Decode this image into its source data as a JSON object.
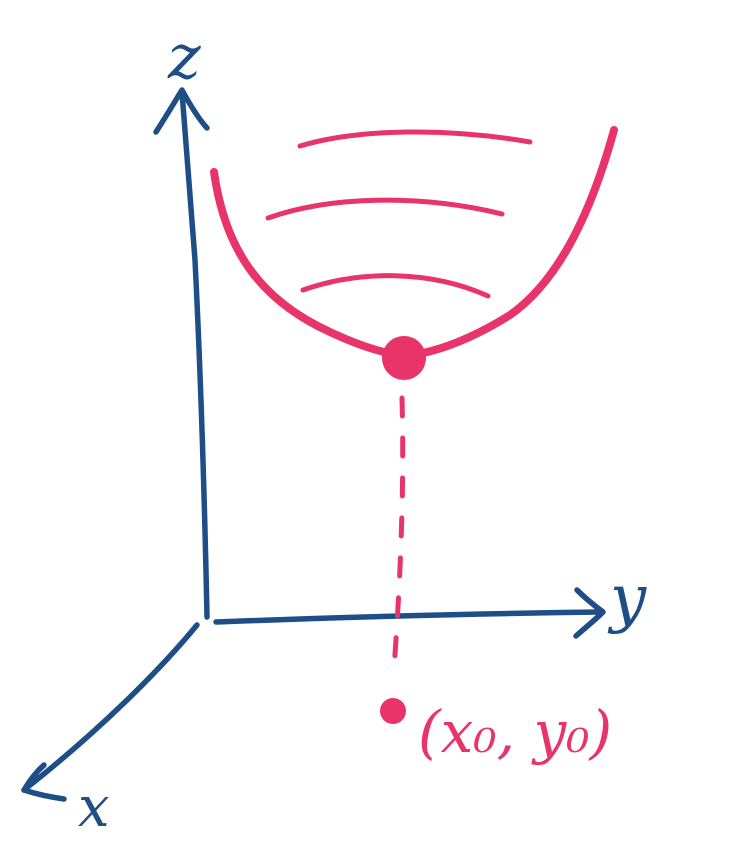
{
  "diagram": {
    "axes": {
      "z_label": "z",
      "y_label": "y",
      "x_label": "x"
    },
    "minimum_point": {
      "label": "(x₀, y₀)"
    },
    "colors": {
      "axis": "#1f4e87",
      "surface": "#e8336b"
    }
  }
}
